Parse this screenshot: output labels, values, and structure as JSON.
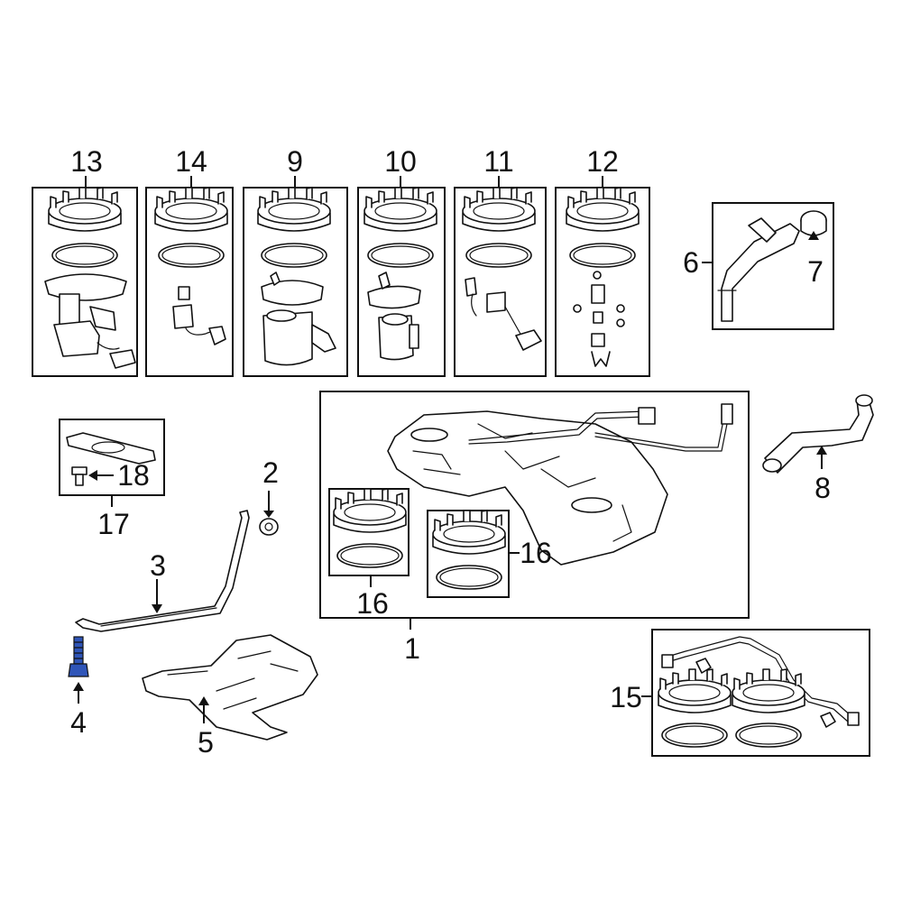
{
  "colors": {
    "line": "#111111",
    "background": "#ffffff",
    "bolt_highlight": "#2f55b8"
  },
  "callouts": {
    "c1": "1",
    "c2": "2",
    "c3": "3",
    "c4": "4",
    "c5": "5",
    "c6": "6",
    "c7": "7",
    "c8": "8",
    "c9": "9",
    "c10": "10",
    "c11": "11",
    "c12": "12",
    "c13": "13",
    "c14": "14",
    "c15": "15",
    "c16a": "16",
    "c16b": "16",
    "c17": "17",
    "c18": "18"
  },
  "icons": {
    "pump_ring": "lock-ring-icon",
    "seal": "o-ring-icon",
    "bolt": "bolt-icon",
    "tank": "fuel-tank-icon",
    "strap": "tank-strap-icon",
    "shield": "heat-shield-icon"
  }
}
